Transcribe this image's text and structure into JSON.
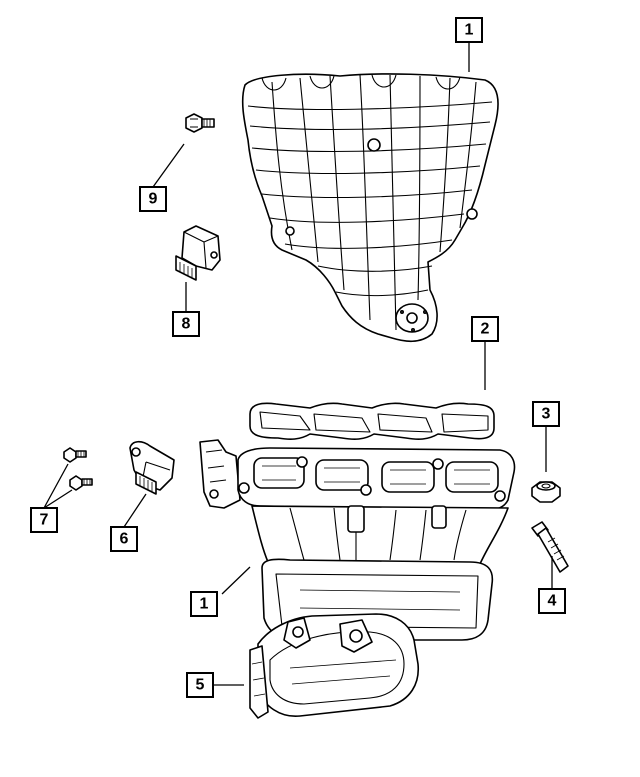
{
  "callouts": [
    {
      "id": "callout-1-top",
      "label": "1"
    },
    {
      "id": "callout-2",
      "label": "2"
    },
    {
      "id": "callout-3",
      "label": "3"
    },
    {
      "id": "callout-4",
      "label": "4"
    },
    {
      "id": "callout-1-bottom",
      "label": "1"
    },
    {
      "id": "callout-5",
      "label": "5"
    },
    {
      "id": "callout-6",
      "label": "6"
    },
    {
      "id": "callout-7",
      "label": "7"
    },
    {
      "id": "callout-8",
      "label": "8"
    },
    {
      "id": "callout-9",
      "label": "9"
    }
  ]
}
